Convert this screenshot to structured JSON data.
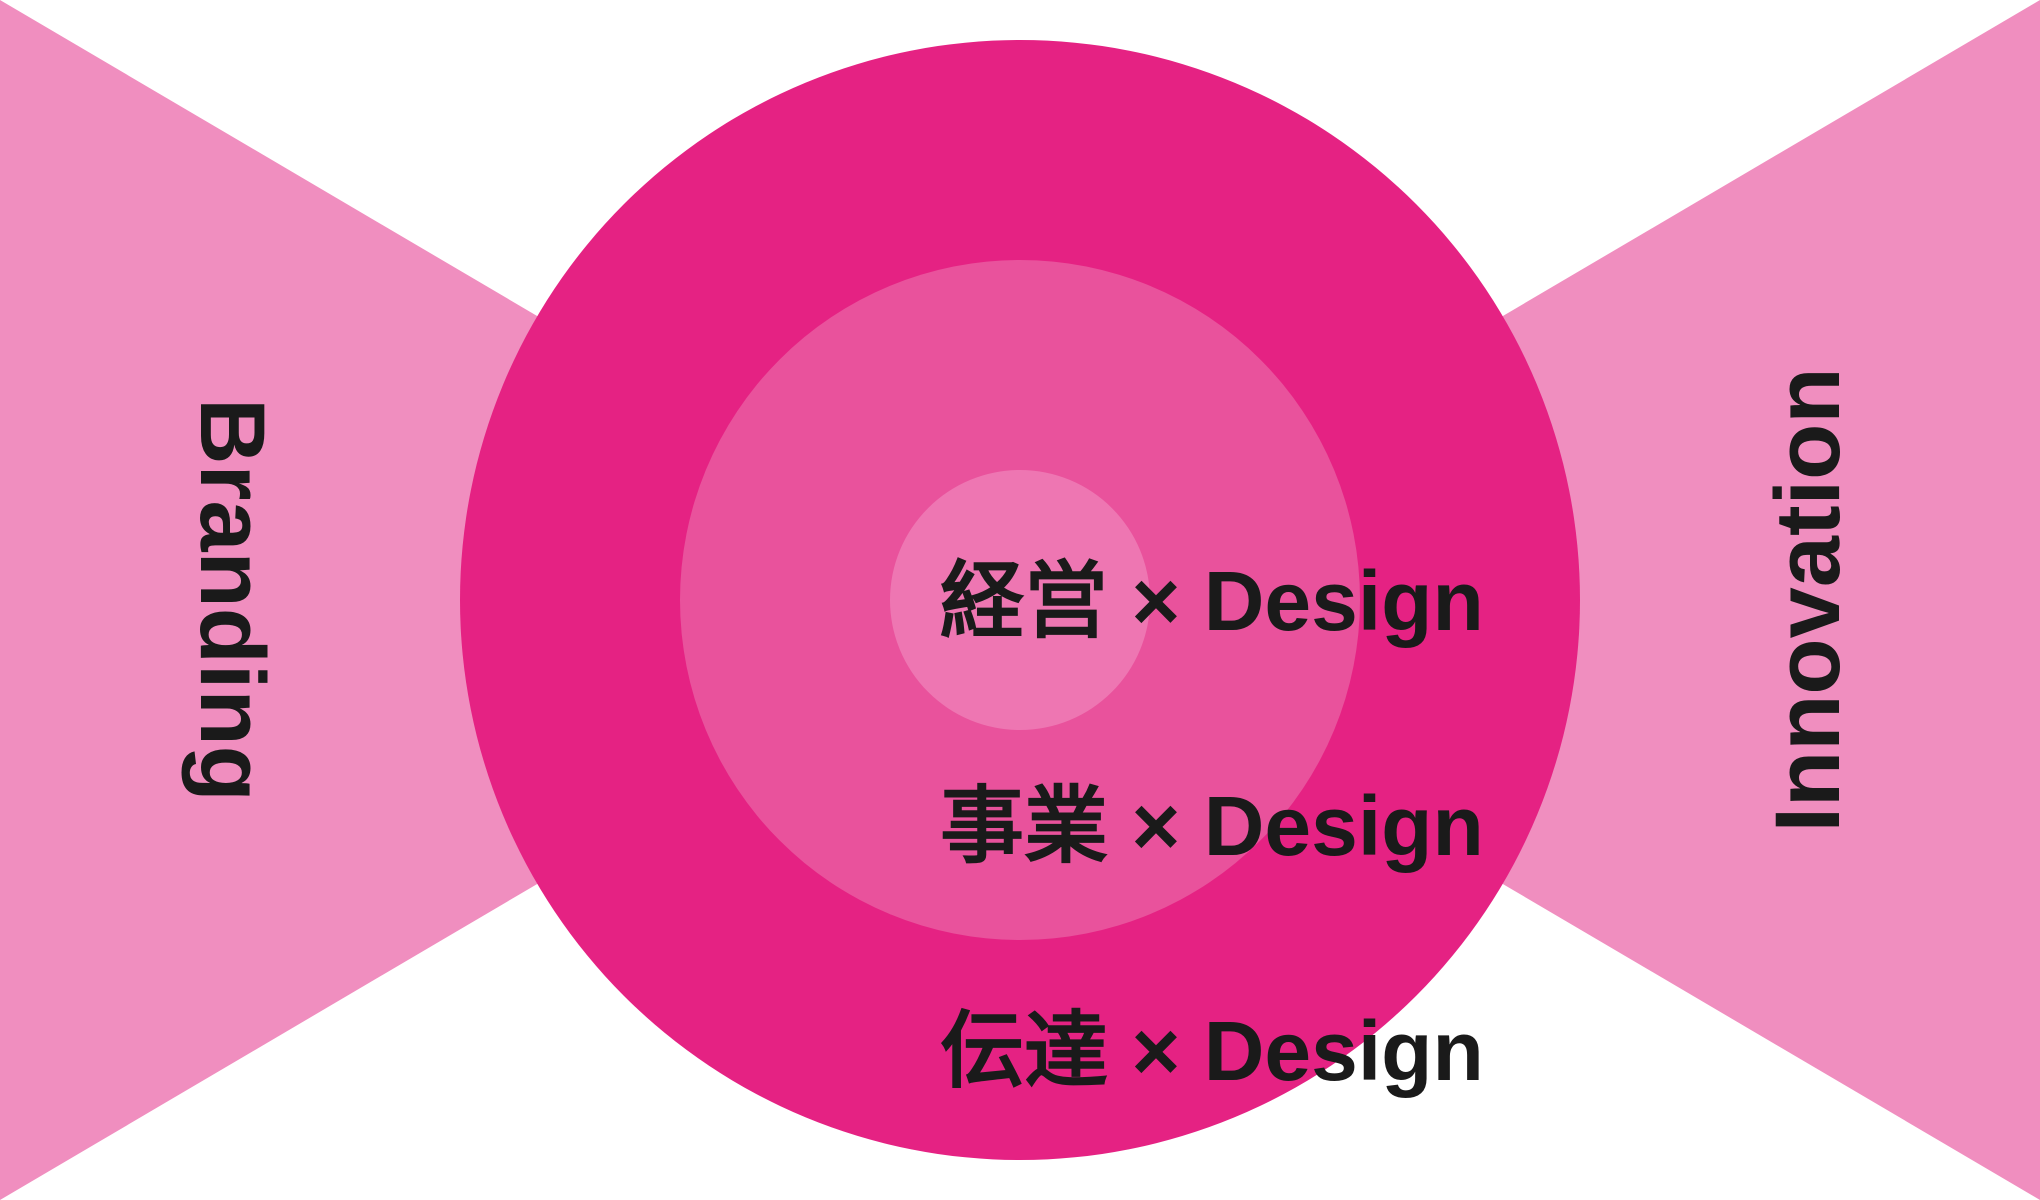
{
  "colors": {
    "background": "#ffffff",
    "side_triangles": "#f08ebf",
    "outer_ring": "#e52283",
    "middle_ring": "#e9529c",
    "inner_circle": "#ee76b2",
    "text": "#1a1a1a"
  },
  "left_label": "Branding",
  "right_label": "Innovation",
  "rings": [
    {
      "level": "inner",
      "label": "経営 × Design"
    },
    {
      "level": "middle",
      "label": "事業 × Design"
    },
    {
      "level": "outer",
      "label": "伝達 × Design"
    }
  ]
}
